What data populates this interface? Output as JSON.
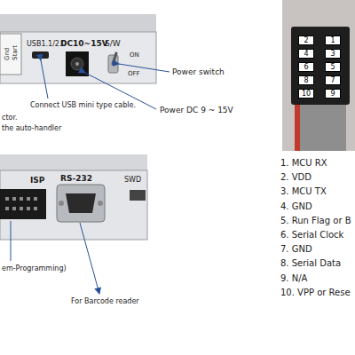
{
  "diagram": {
    "labels": [
      "Gnd",
      "Start",
      "USB1.1/2.0",
      "DC10~15V",
      "S/W",
      "ON",
      "OFF",
      "Power switch",
      "Connect USB mini type cable.",
      "Power DC 9 ~ 15V",
      "ctor.",
      "the auto-handler",
      "ISP",
      "RS-232",
      "SWD",
      "em-Programming)",
      "For Barcode reader",
      "2",
      "1",
      "4",
      "3",
      "6",
      "5",
      "8",
      "7",
      "10",
      "9",
      "1. MCU RX",
      "2. VDD",
      "3. MCU TX",
      "4. GND",
      "5. Run Flag or B",
      "6. Serial Clock",
      "7. GND",
      "8. Serial Data",
      "9. N/A",
      "10. VPP or Rese"
    ]
  }
}
